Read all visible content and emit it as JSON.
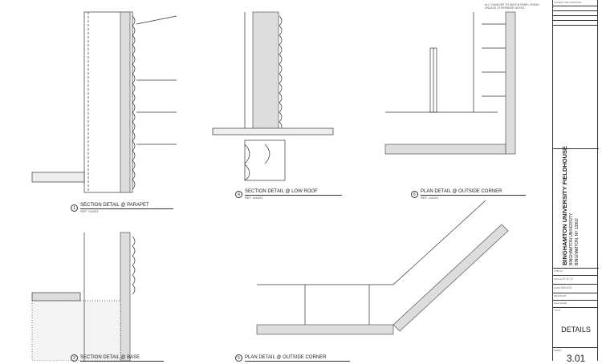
{
  "details": [
    {
      "num": "1",
      "title": "SECTION DETAIL @ PARAPET",
      "ref": "REF. 1/A402"
    },
    {
      "num": "4",
      "title": "SECTION DETAIL @ LOW ROOF",
      "ref": "REF. 4/A301"
    },
    {
      "num": "6",
      "title": "PLAN DETAIL @ OUTSIDE CORNER",
      "ref": "REF. 1/A201"
    },
    {
      "num": "2",
      "title": "SECTION DETAIL @ BASE",
      "ref": ""
    },
    {
      "num": "5",
      "title": "PLAN DETAIL @ OUTSIDE CORNER",
      "ref": ""
    }
  ],
  "notes": {
    "item": "ALL CHANGES TO MATCH PANEL FINISH UNLESS OTHERWISE NOTED."
  },
  "revisions": {
    "row1": "ISSUED FOR APPROVAL"
  },
  "title_block": {
    "project": "BINGHAMTON UNIVERSITY FIELDHOUSE",
    "owner": "BINGHAMTON UNIVERSITY",
    "address": "BINGHAMTON, NY 13902",
    "job_no_label": "JOB NO.",
    "scale_label": "SCALE",
    "scale": "3\"=1'-0\"",
    "date_label": "DATE",
    "date": "6/01/03",
    "drawn_label": "DRAWN BY",
    "file_label": "FILE NAME",
    "title_label": "TITLE",
    "sheet_title": "DETAILS",
    "sheet_label": "SHEET",
    "sheet_no": "3.01"
  }
}
